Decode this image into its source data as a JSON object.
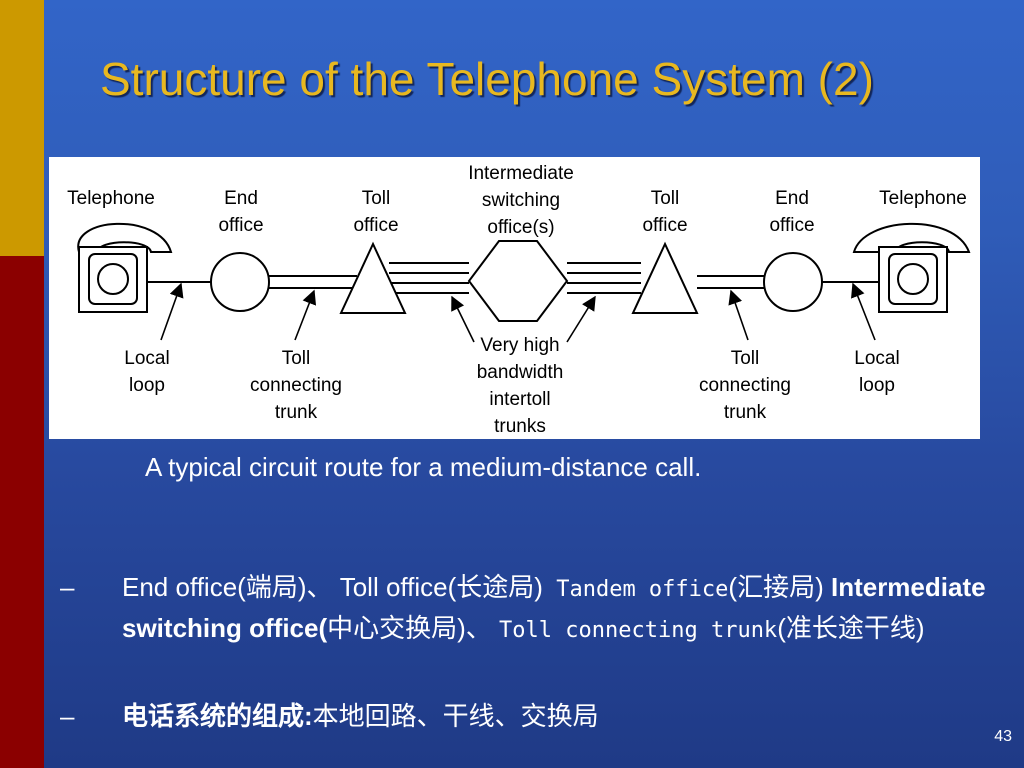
{
  "slide": {
    "title": "Structure of the Telephone System (2)",
    "caption": "A typical circuit route for a medium-distance call.",
    "page_number": "43"
  },
  "diagram": {
    "labels": {
      "telephone_left": [
        "Telephone"
      ],
      "end_office_left": [
        "End",
        "office"
      ],
      "toll_office_left": [
        "Toll",
        "office"
      ],
      "intermediate": [
        "Intermediate",
        "switching",
        "office(s)"
      ],
      "toll_office_right": [
        "Toll",
        "office"
      ],
      "end_office_right": [
        "End",
        "office"
      ],
      "telephone_right": [
        "Telephone"
      ],
      "local_loop_left": [
        "Local",
        "loop"
      ],
      "toll_trunk_left": [
        "Toll",
        "connecting",
        "trunk"
      ],
      "intertoll": [
        "Very high",
        "bandwidth",
        "intertoll",
        "trunks"
      ],
      "toll_trunk_right": [
        "Toll",
        "connecting",
        "trunk"
      ],
      "local_loop_right": [
        "Local",
        "loop"
      ]
    }
  },
  "bullets": {
    "b1": {
      "dash": "–",
      "p1": "End office(",
      "p2": "端局)、 ",
      "p3": "Toll office(",
      "p4": "长途局)",
      "p5": " Tandem office",
      "p6": "(汇接局)",
      "p7": "Intermediate switching office(",
      "p8": "中心交换局)、",
      "p9": "Toll connecting trunk",
      "p10": "(准长途干线)"
    },
    "b2": {
      "dash": "–",
      "p1": "电话系统的组成:",
      "p2": "本地回路、干线、交换局"
    }
  },
  "colors": {
    "title": "#e8b820",
    "sidebar_top": "#cc9900",
    "sidebar_bottom": "#8b0000",
    "background": "#2f5cb8"
  }
}
